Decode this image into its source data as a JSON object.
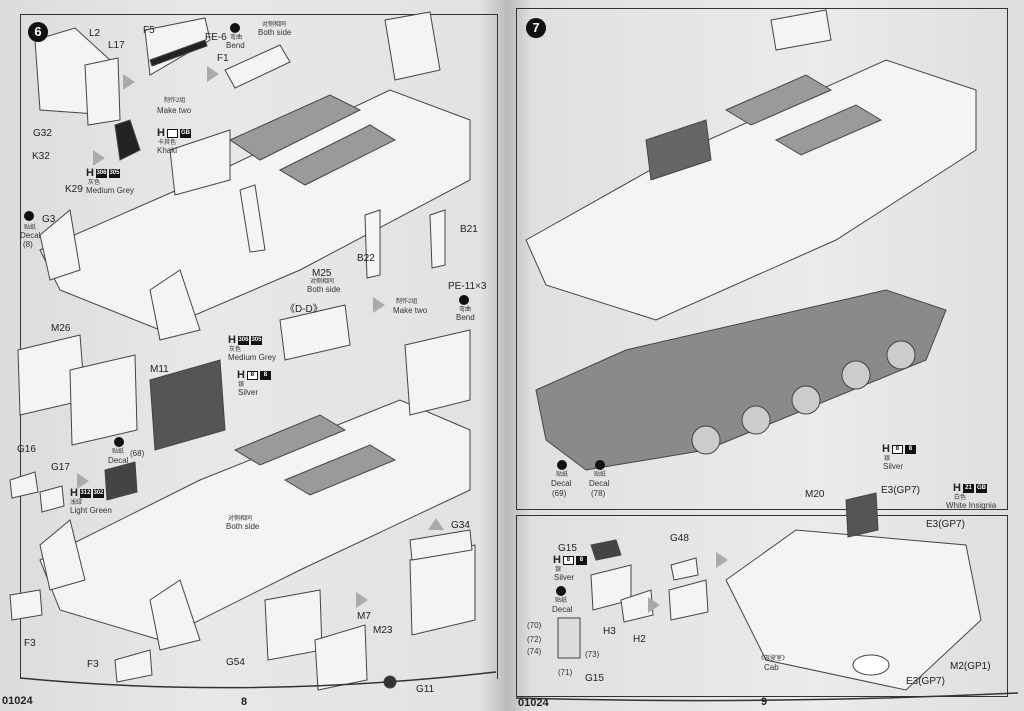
{
  "left_page": {
    "step_number": "6",
    "page_number": "8",
    "catalog_code": "01024",
    "labels": {
      "L2": "L2",
      "L17": "L17",
      "F5": "F5",
      "FE6": "FE-6",
      "F1": "F1",
      "bend_zh": "弯曲",
      "bend_en": "Bend",
      "both_side_zh": "对侧相同",
      "both_side_en": "Both side",
      "make_two_zh": "制作2组",
      "make_two_en": "Make two",
      "G32": "G32",
      "K32": "K32",
      "K29": "K29",
      "khaki_zh": "卡其色",
      "khaki_en": "Khaki",
      "medium_grey_zh": "灰色",
      "medium_grey_en": "Medium Grey",
      "G3": "G3",
      "decal_zh": "贴纸",
      "decal_en": "Decal",
      "decal_8": "(8)",
      "M25": "M25",
      "m25_both_zh": "对侧相同",
      "m25_both_en": "Both side",
      "B21": "B21",
      "B22": "B22",
      "PE11": "PE-11×3",
      "make_two2_zh": "制作2组",
      "make_two2_en": "Make two",
      "bend2_zh": "弯曲",
      "bend2_en": "Bend",
      "DD": "《D-D》",
      "M26": "M26",
      "M11": "M11",
      "mg2_zh": "灰色",
      "mg2_en": "Medium Grey",
      "silver_zh": "银",
      "silver_en": "Silver",
      "G16": "G16",
      "G17": "G17",
      "decal2_zh": "贴纸",
      "decal2_en": "Decal",
      "decal_68": "(68)",
      "light_green_zh": "浅绿",
      "light_green_en": "Light Green",
      "both_side3_zh": "对侧相同",
      "both_side3_en": "Both side",
      "G34": "G34",
      "M7": "M7",
      "M23": "M23",
      "G54": "G54",
      "G11": "G11",
      "F3a": "F3",
      "F3b": "F3"
    },
    "paint_chips": {
      "khaki": [
        "H",
        "",
        "GB"
      ],
      "medium_grey": [
        "H",
        "306",
        "305"
      ],
      "medium_grey2": [
        "H",
        "306",
        "305"
      ],
      "silver": [
        "H",
        "8",
        "8"
      ],
      "light_green": [
        "H",
        "312",
        "302"
      ]
    }
  },
  "right_page": {
    "step_number": "7",
    "page_number": "9",
    "catalog_code": "01024",
    "labels": {
      "decal_zh": "贴纸",
      "decal_en": "Decal",
      "decal_69": "(69)",
      "decal2_zh": "贴纸",
      "decal2_en": "Decal",
      "decal_78": "(78)",
      "G15a": "G15",
      "silver_zh": "银",
      "silver_en": "Silver",
      "decal3_zh": "贴纸",
      "decal3_en": "Decal",
      "d70": "(70)",
      "d72": "(72)",
      "d74": "(74)",
      "d73": "(73)",
      "d71": "(71)",
      "G15b": "G15",
      "H3": "H3",
      "H2": "H2",
      "G48": "G48",
      "cab_zh": "《驾驶室》",
      "cab_en": "Cab",
      "M20": "M20",
      "silver2_zh": "银",
      "silver2_en": "Silver",
      "white_zh": "白色",
      "white_en": "White Insignia",
      "E3a": "E3(GP7)",
      "E3b": "E3(GP7)",
      "E3c": "E3(GP7)",
      "M2": "M2(GP1)"
    },
    "paint_chips": {
      "silver": [
        "H",
        "8",
        "8"
      ],
      "silver2": [
        "H",
        "8",
        "8"
      ],
      "white_insignia": [
        "H",
        "21",
        "GB"
      ]
    }
  }
}
